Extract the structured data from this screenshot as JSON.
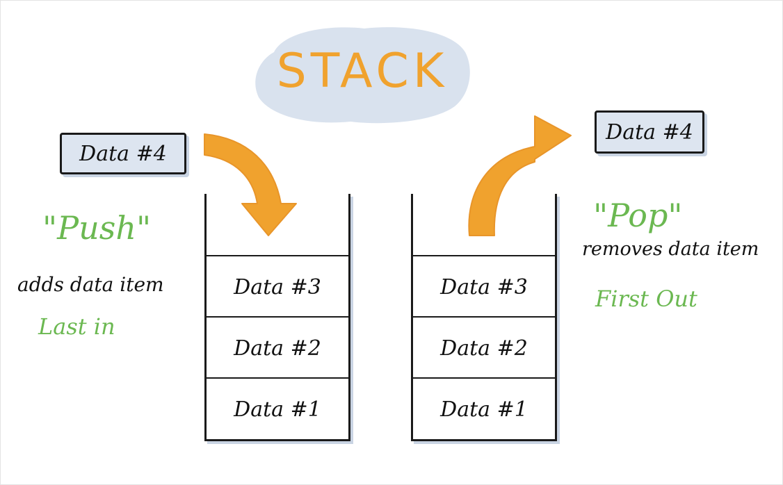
{
  "title": "STACK",
  "colors": {
    "title": "#f0a22e",
    "cloud": "#d9e2ee",
    "arrow": "#f0a22e",
    "green": "#6bb851",
    "ink": "#111111",
    "box_fill": "#dde5f0"
  },
  "push": {
    "incoming_item": "Data #4",
    "label": "\"Push\"",
    "description": "adds data item",
    "principle": "Last in"
  },
  "pop": {
    "outgoing_item": "Data #4",
    "label": "\"Pop\"",
    "description": "removes data item",
    "principle": "First Out"
  },
  "left_stack": {
    "items": [
      "Data #3",
      "Data #2",
      "Data #1"
    ]
  },
  "right_stack": {
    "items": [
      "Data #3",
      "Data #2",
      "Data #1"
    ]
  }
}
